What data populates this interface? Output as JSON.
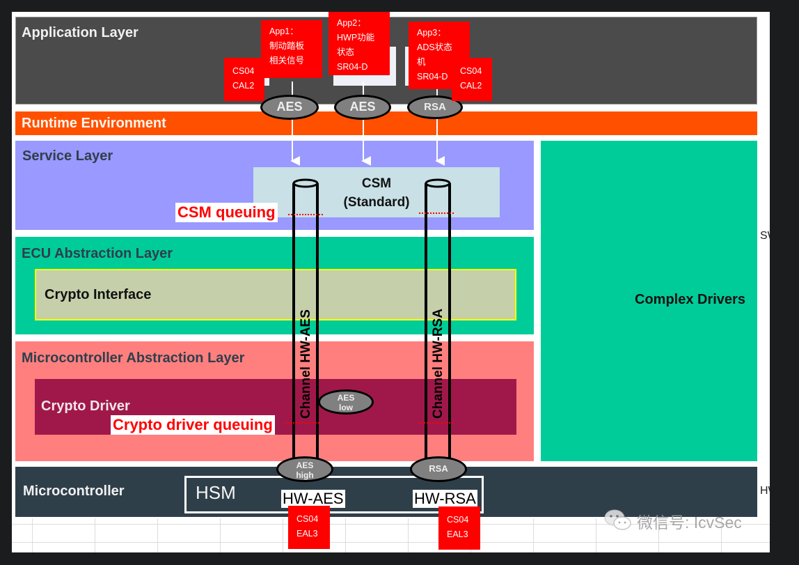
{
  "diagram": {
    "layers": {
      "application": "Application Layer",
      "rte": "Runtime Environment",
      "service": "Service Layer",
      "ecu_abstraction": "ECU Abstraction Layer",
      "mcal": "Microcontroller Abstraction Layer",
      "microcontroller": "Microcontroller",
      "complex_drivers": "Complex Drivers"
    },
    "modules": {
      "csm_line1": "CSM",
      "csm_line2": "(Standard)",
      "crypto_interface": "Crypto Interface",
      "crypto_driver": "Crypto Driver",
      "hsm": "HSM",
      "hw_aes": "HW-AES",
      "hw_rsa": "HW-RSA"
    },
    "apps": [
      {
        "text": "App1：\n制动踏板\n相关信号"
      },
      {
        "text": "App2：\nHWP功能\n状态\nSR04-D"
      },
      {
        "text": "App3：\nADS状态\n机\nSR04-D"
      }
    ],
    "cal_badges": [
      {
        "text": "CS04\nCAL2"
      },
      {
        "text": "CS04\nCAL2"
      }
    ],
    "eal_badges": [
      {
        "text": "CS04\nEAL3"
      },
      {
        "text": "CS04\nEAL3"
      }
    ],
    "jobs_top": [
      "AES",
      "AES",
      "RSA"
    ],
    "jobs_bottom": {
      "aes_low_1": "AES",
      "aes_low_2": "low",
      "aes_high_1": "AES",
      "aes_high_2": "high",
      "rsa": "RSA"
    },
    "channels": [
      "Channel HW-AES",
      "Channel HW-RSA"
    ],
    "queues": {
      "csm": "CSM queuing",
      "driver": "Crypto driver queuing"
    },
    "side_labels": {
      "sw": "SW",
      "hw": "HW"
    },
    "watermark": "微信号: IcvSec",
    "colors": {
      "application": "#4b4b4b",
      "rte": "#ff5000",
      "service": "#9999ff",
      "ecu": "#00cc99",
      "mcal": "#ff7f7f",
      "crypto_driver": "#a0184a",
      "microcontroller": "#2f3f4a",
      "badge_red": "#ff0000"
    }
  }
}
